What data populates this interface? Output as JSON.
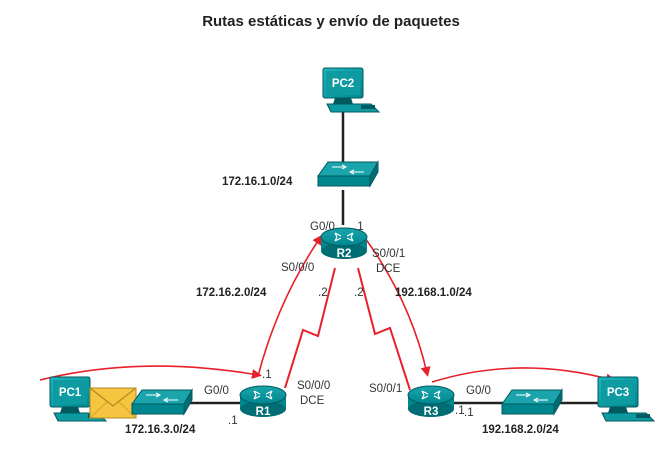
{
  "title": "Rutas estáticas y envío de paquetes",
  "devices": {
    "pc1": "PC1",
    "pc2": "PC2",
    "pc3": "PC3",
    "r1": "R1",
    "r2": "R2",
    "r3": "R3"
  },
  "networks": {
    "lan_pc2": "172.16.1.0/24",
    "lan_pc1": "172.16.3.0/24",
    "lan_pc3": "192.168.2.0/24",
    "wan_r1_r2": "172.16.2.0/24",
    "wan_r2_r3": "192.168.1.0/24"
  },
  "interfaces": {
    "r2_g00": "G0/0",
    "r2_g00_ip": ".1",
    "r2_s000": "S0/0/0",
    "r2_s000_ip": ".2",
    "r2_s001": "S0/0/1",
    "r2_s001_dce": "DCE",
    "r2_s001_ip": ".2",
    "r1_g00": "G0/0",
    "r1_g00_ip": ".1",
    "r1_s000": "S0/0/0",
    "r1_s000_dce": "DCE",
    "r1_s000_ip": ".1",
    "r3_s001": "S0/0/1",
    "r3_s001_ip": ".1",
    "r3_g00": "G0/0",
    "r3_g00_ip": ".1"
  },
  "colors": {
    "device_teal": "#00868e",
    "device_dark": "#005a60",
    "link": "#222222",
    "packet_path": "#e8202a",
    "packet_envelope": "#f5c542"
  },
  "icons": [
    "pc-icon",
    "switch-icon",
    "router-icon",
    "envelope-icon",
    "serial-link-icon"
  ]
}
